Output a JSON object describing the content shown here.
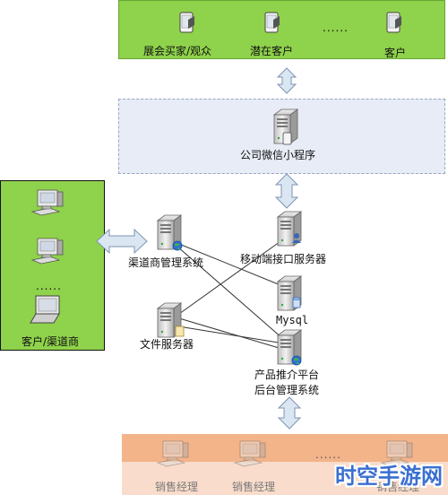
{
  "top_group": {
    "visitor_label": "展会买家/观众",
    "prospect_label": "潜在客户",
    "dots": "......",
    "customer_label": "客户"
  },
  "app_group": {
    "label": "公司微信小程序"
  },
  "left_group": {
    "dots": "......",
    "label": "客户/渠道商"
  },
  "servers": {
    "channel_mgmt": "渠道商管理系统",
    "mobile_api": "移动端接口服务器",
    "mysql": "Mysql",
    "file_server": "文件服务器",
    "product_platform_line1": "产品推介平台",
    "product_platform_line2": "后台管理系统"
  },
  "bottom_group": {
    "sales1": "销售经理",
    "sales2": "销售经理",
    "dots": "......",
    "sales3": "销售经理"
  },
  "watermark": {
    "text": "时空手游网"
  },
  "colors": {
    "green_zone": "#8fd24b",
    "app_zone": "#e7ecf6",
    "bottom_zone_top": "#f3b48a",
    "bottom_zone_bottom": "#f9dccb",
    "arrow_fill": "#dbe6f3",
    "arrow_stroke": "#7f93b3"
  }
}
